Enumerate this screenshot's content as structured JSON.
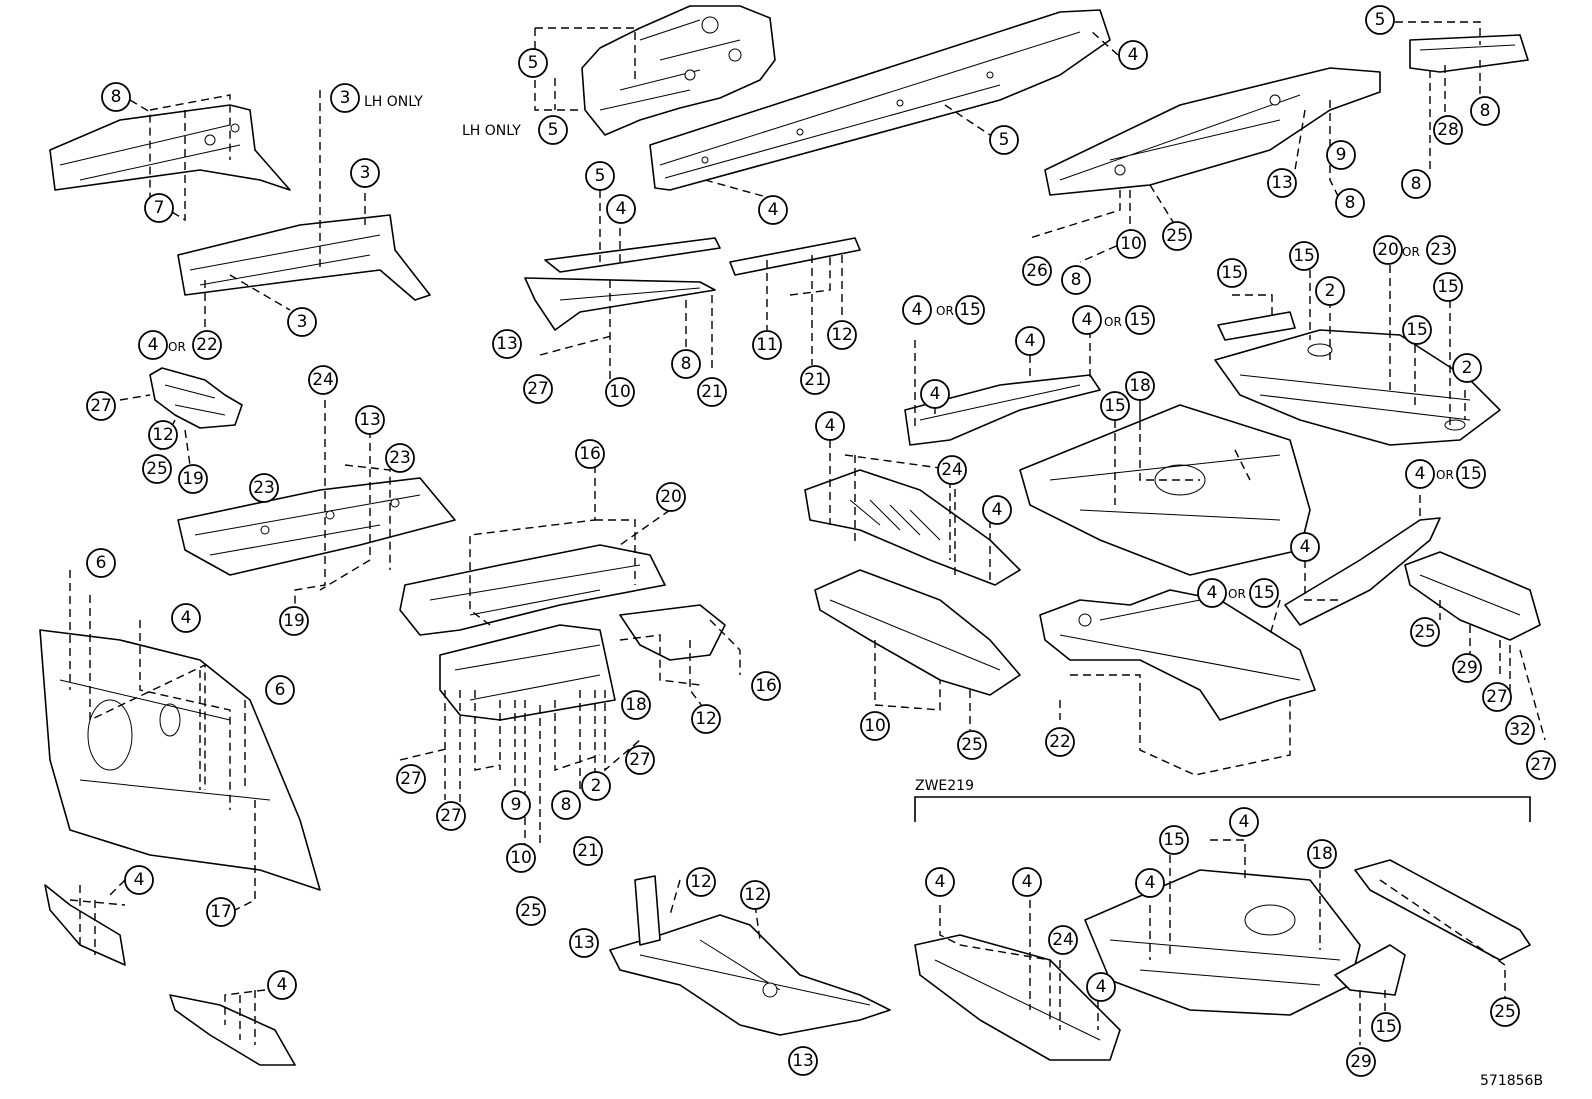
{
  "diagram": {
    "section_label": "ZWE219",
    "figure_code": "571856B",
    "notes": {
      "lh_only_a": "LH ONLY",
      "lh_only_b": "LH ONLY",
      "or_word": "OR"
    }
  },
  "callouts": [
    {
      "id": "c01",
      "n": "5"
    },
    {
      "id": "c02",
      "n": "5"
    },
    {
      "id": "c03",
      "n": "4"
    },
    {
      "id": "c04",
      "n": "5"
    },
    {
      "id": "c05",
      "n": "4"
    },
    {
      "id": "c06",
      "n": "5"
    },
    {
      "id": "c07",
      "n": "8"
    },
    {
      "id": "c08",
      "n": "28"
    },
    {
      "id": "c09",
      "n": "8"
    },
    {
      "id": "c10",
      "n": "8"
    },
    {
      "id": "c11",
      "n": "3"
    },
    {
      "id": "c12",
      "n": "7"
    },
    {
      "id": "c13",
      "n": "3"
    },
    {
      "id": "c14",
      "n": "3"
    },
    {
      "id": "c15",
      "n": "4"
    },
    {
      "id": "c16",
      "n": "22"
    },
    {
      "id": "c17",
      "n": "5"
    },
    {
      "id": "c18",
      "n": "4"
    },
    {
      "id": "c19",
      "n": "13"
    },
    {
      "id": "c20",
      "n": "27"
    },
    {
      "id": "c21",
      "n": "10"
    },
    {
      "id": "c22",
      "n": "8"
    },
    {
      "id": "c23",
      "n": "21"
    },
    {
      "id": "c24",
      "n": "11"
    },
    {
      "id": "c25",
      "n": "21"
    },
    {
      "id": "c26",
      "n": "12"
    },
    {
      "id": "c27",
      "n": "9"
    },
    {
      "id": "c28",
      "n": "13"
    },
    {
      "id": "c29",
      "n": "8"
    },
    {
      "id": "c30",
      "n": "10"
    },
    {
      "id": "c31",
      "n": "25"
    },
    {
      "id": "c32",
      "n": "26"
    },
    {
      "id": "c33",
      "n": "8"
    },
    {
      "id": "c34",
      "n": "27"
    },
    {
      "id": "c35",
      "n": "12"
    },
    {
      "id": "c36",
      "n": "19"
    },
    {
      "id": "c37",
      "n": "25"
    },
    {
      "id": "c38",
      "n": "24"
    },
    {
      "id": "c39",
      "n": "13"
    },
    {
      "id": "c40",
      "n": "23"
    },
    {
      "id": "c41",
      "n": "23"
    },
    {
      "id": "c42",
      "n": "19"
    },
    {
      "id": "c43",
      "n": "16"
    },
    {
      "id": "c44",
      "n": "20"
    },
    {
      "id": "c45",
      "n": "6"
    },
    {
      "id": "c46",
      "n": "4"
    },
    {
      "id": "c47",
      "n": "6"
    },
    {
      "id": "c48",
      "n": "17"
    },
    {
      "id": "c49",
      "n": "4"
    },
    {
      "id": "c50",
      "n": "4"
    },
    {
      "id": "c51",
      "n": "18"
    },
    {
      "id": "c52",
      "n": "16"
    },
    {
      "id": "c53",
      "n": "12"
    },
    {
      "id": "c54",
      "n": "27"
    },
    {
      "id": "c55",
      "n": "27"
    },
    {
      "id": "c56",
      "n": "27"
    },
    {
      "id": "c57",
      "n": "9"
    },
    {
      "id": "c58",
      "n": "8"
    },
    {
      "id": "c59",
      "n": "2"
    },
    {
      "id": "c60",
      "n": "10"
    },
    {
      "id": "c61",
      "n": "21"
    },
    {
      "id": "c62",
      "n": "25"
    },
    {
      "id": "c63",
      "n": "12"
    },
    {
      "id": "c64",
      "n": "12"
    },
    {
      "id": "c65",
      "n": "13"
    },
    {
      "id": "c66",
      "n": "13"
    },
    {
      "id": "c67",
      "n": "4"
    },
    {
      "id": "c68",
      "n": "15"
    },
    {
      "id": "c69",
      "n": "4"
    },
    {
      "id": "c70",
      "n": "4"
    },
    {
      "id": "c71",
      "n": "15"
    },
    {
      "id": "c72",
      "n": "4"
    },
    {
      "id": "c73",
      "n": "18"
    },
    {
      "id": "c74",
      "n": "15"
    },
    {
      "id": "c75",
      "n": "15"
    },
    {
      "id": "c76",
      "n": "15"
    },
    {
      "id": "c77",
      "n": "2"
    },
    {
      "id": "c78",
      "n": "20"
    },
    {
      "id": "c79",
      "n": "23"
    },
    {
      "id": "c80",
      "n": "15"
    },
    {
      "id": "c81",
      "n": "15"
    },
    {
      "id": "c82",
      "n": "2"
    },
    {
      "id": "c83",
      "n": "4"
    },
    {
      "id": "c84",
      "n": "24"
    },
    {
      "id": "c85",
      "n": "4"
    },
    {
      "id": "c86",
      "n": "10"
    },
    {
      "id": "c87",
      "n": "25"
    },
    {
      "id": "c88",
      "n": "4"
    },
    {
      "id": "c89",
      "n": "15"
    },
    {
      "id": "c90",
      "n": "4"
    },
    {
      "id": "c91",
      "n": "4"
    },
    {
      "id": "c92",
      "n": "15"
    },
    {
      "id": "c93",
      "n": "22"
    },
    {
      "id": "c94",
      "n": "25"
    },
    {
      "id": "c95",
      "n": "29"
    },
    {
      "id": "c96",
      "n": "27"
    },
    {
      "id": "c97",
      "n": "32"
    },
    {
      "id": "c98",
      "n": "27"
    },
    {
      "id": "c99",
      "n": "4"
    },
    {
      "id": "c100",
      "n": "4"
    },
    {
      "id": "c101",
      "n": "24"
    },
    {
      "id": "c102",
      "n": "4"
    },
    {
      "id": "c103",
      "n": "15"
    },
    {
      "id": "c104",
      "n": "4"
    },
    {
      "id": "c105",
      "n": "4"
    },
    {
      "id": "c106",
      "n": "18"
    },
    {
      "id": "c107",
      "n": "25"
    },
    {
      "id": "c108",
      "n": "15"
    },
    {
      "id": "c109",
      "n": "29"
    }
  ]
}
